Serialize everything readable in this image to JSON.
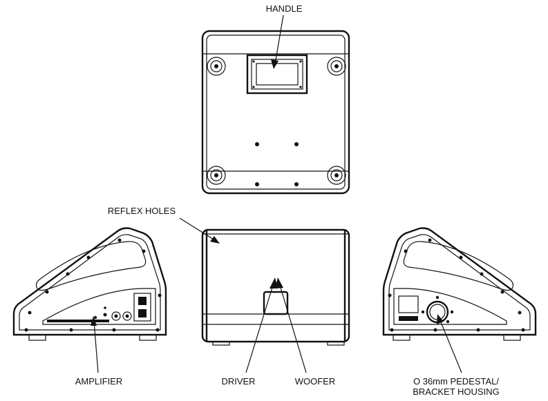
{
  "labels": {
    "handle": "HANDLE",
    "reflex_holes": "REFLEX HOLES",
    "amplifier": "AMPLIFIER",
    "driver": "DRIVER",
    "woofer": "WOOFER",
    "pedestal_line1": "O 36mm PEDESTAL/",
    "pedestal_line2": "BRACKET HOUSING"
  },
  "colors": {
    "ink": "#111111",
    "background": "#ffffff"
  }
}
